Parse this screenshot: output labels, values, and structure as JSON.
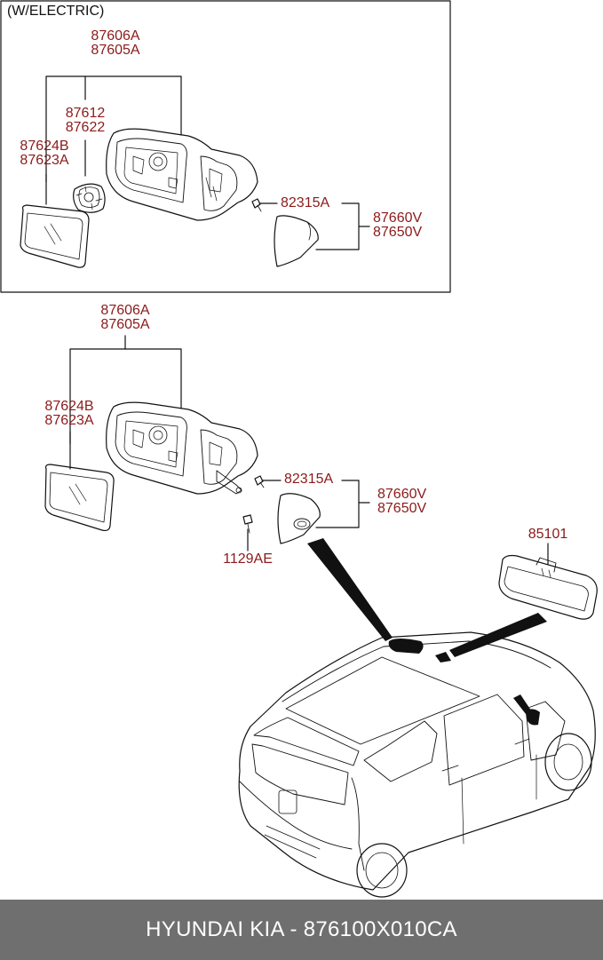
{
  "box_title": "(W/ELECTRIC)",
  "upper": {
    "housing": [
      "87606A",
      "87605A"
    ],
    "actuator": [
      "87612",
      "87622"
    ],
    "glass": [
      "87624B",
      "87623A"
    ],
    "screw": "82315A",
    "cover": [
      "87660V",
      "87650V"
    ]
  },
  "lower": {
    "housing": [
      "87606A",
      "87605A"
    ],
    "glass": [
      "87624B",
      "87623A"
    ],
    "screw": "82315A",
    "cover": [
      "87660V",
      "87650V"
    ],
    "bolt": "1129AE",
    "inner_mirror": "85101"
  },
  "footer_text": "HYUNDAI KIA - 876100X010CA",
  "colors": {
    "label": "#8b1a1a",
    "footer_bg": "#6f6f6f",
    "line": "#111111"
  }
}
